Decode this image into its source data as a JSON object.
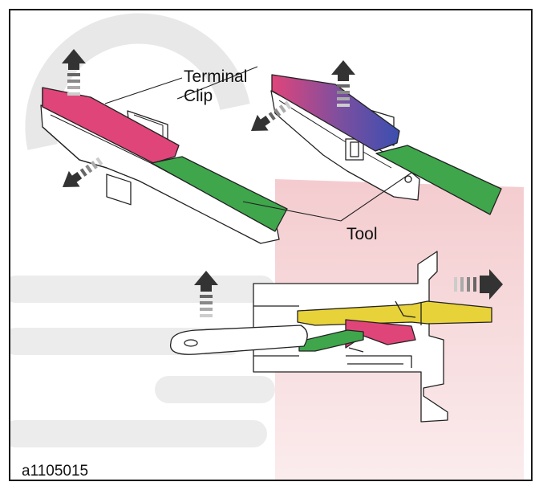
{
  "figure": {
    "labels": {
      "terminal": "Terminal",
      "clip": "Clip",
      "tool": "Tool",
      "code": "a1105015"
    },
    "colors": {
      "frame": "#1a1a1a",
      "watermark": "#f3c9cc",
      "watermark_gray": "#e4e4e4",
      "clip_pink": "#e0457a",
      "tool_green": "#3fa64c",
      "terminal_blue": "#3b4fb0",
      "wire_yellow": "#e8d23a",
      "wire_green": "#3fa64c",
      "arrow": "#333333"
    },
    "icons": [
      "up-arrow-icon",
      "diagonal-arrow-icon",
      "right-arrow-icon"
    ]
  }
}
